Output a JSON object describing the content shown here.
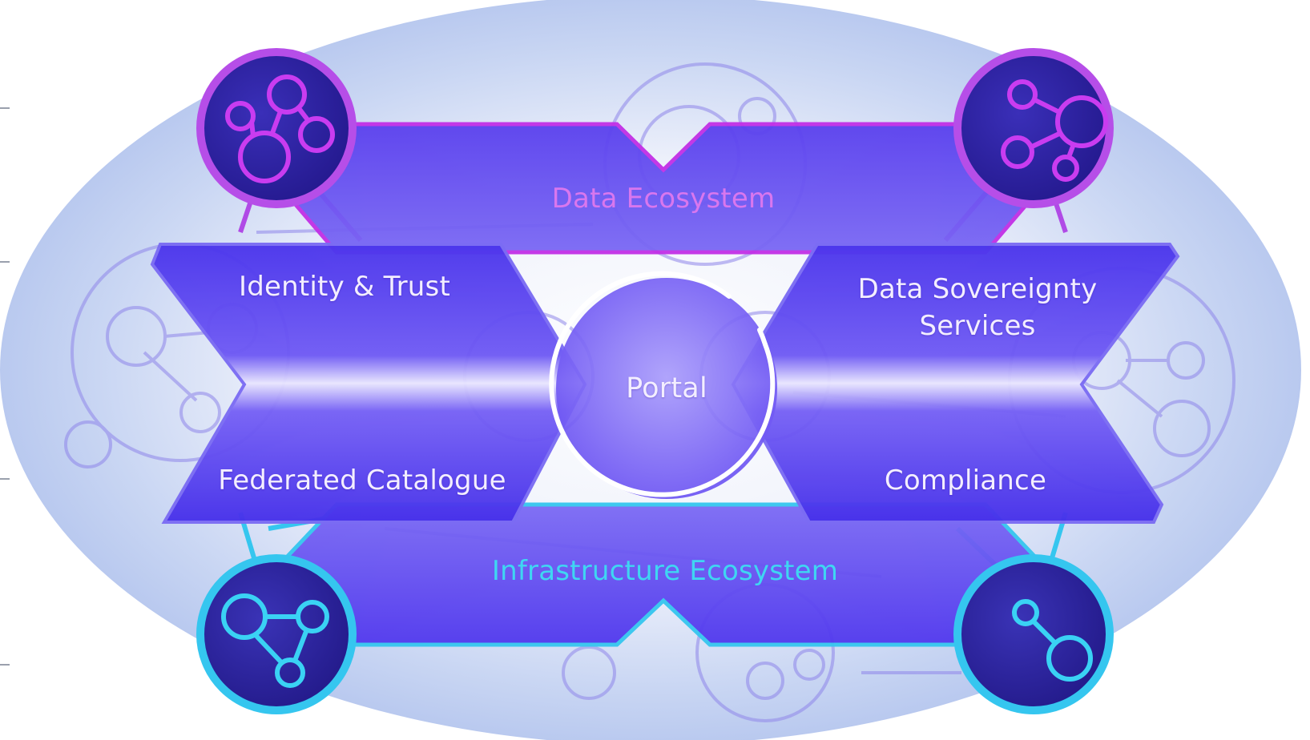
{
  "diagram": {
    "center": {
      "label": "Portal"
    },
    "ecosystems": {
      "top": "Data Ecosystem",
      "bottom": "Infrastructure Ecosystem"
    },
    "services": {
      "top_left": "Identity & Trust",
      "bottom_left": "Federated Catalogue",
      "top_right_line1": "Data Sovereignty",
      "top_right_line2": "Services",
      "bottom_right": "Compliance"
    },
    "colors": {
      "banner": "#5a3df0",
      "data_ecosystem": "#c22fe6",
      "infrastructure_ecosystem": "#35c6ef",
      "node_dark": "#2a1f9c",
      "halo": "#c8d6f4"
    },
    "icons": {
      "top_left": "network-node-icon",
      "top_right": "network-node-icon",
      "bottom_left": "network-node-icon",
      "bottom_right": "network-node-icon"
    }
  }
}
